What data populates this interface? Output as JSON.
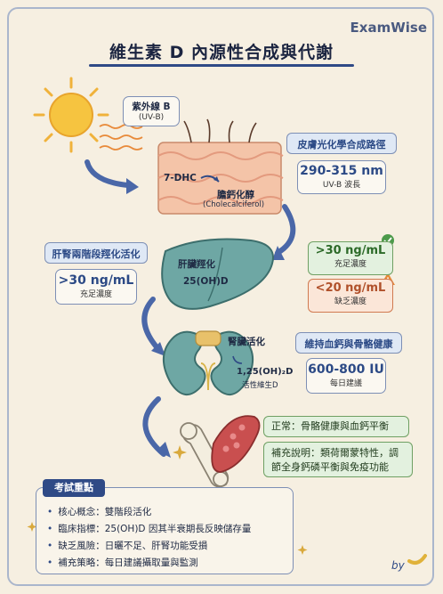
{
  "brand": "ExamWise",
  "title": "維生素 D 內源性合成與代謝",
  "uvb": {
    "label": "紫外線 B",
    "sub": "(UV-B)"
  },
  "skin": {
    "section_label": "皮膚光化學合成路徑",
    "precursor": "7-DHC",
    "product": "膽鈣化醇",
    "product_sub": "(Cholecalciferol)",
    "wavelength": "290-315 nm",
    "wavelength_sub": "UV-B 波長"
  },
  "liver_kidney": {
    "section_label": "肝腎兩階段羥化活化",
    "threshold": ">30 ng/mL",
    "threshold_sub": "充足濃度",
    "liver_label": "肝臟羥化",
    "liver_product": "25(OH)D"
  },
  "status": {
    "sufficient_value": ">30 ng/mL",
    "sufficient_label": "充足濃度",
    "deficient_value": "<20 ng/mL",
    "deficient_label": "缺乏濃度"
  },
  "kidney": {
    "label": "腎臟活化",
    "product": "1,25(OH)₂D",
    "product_sub": "活性維生D"
  },
  "maintain": {
    "section_label": "維持血鈣與骨骼健康",
    "dose": "600-800 IU",
    "dose_sub": "每日建議"
  },
  "normal_note": "正常：骨骼健康與血鈣平衡",
  "supplement_note": "補充說明：類荷爾蒙特性，調節全身鈣磷平衡與免疫功能",
  "exam": {
    "heading": "考試重點",
    "items": [
      "核心概念：雙階段活化",
      "臨床指標：25(OH)D 因其半衰期長反映儲存量",
      "缺乏風險：日曬不足、肝腎功能受損",
      "補充策略：每日建議攝取量與監測"
    ]
  },
  "signature": "by"
}
